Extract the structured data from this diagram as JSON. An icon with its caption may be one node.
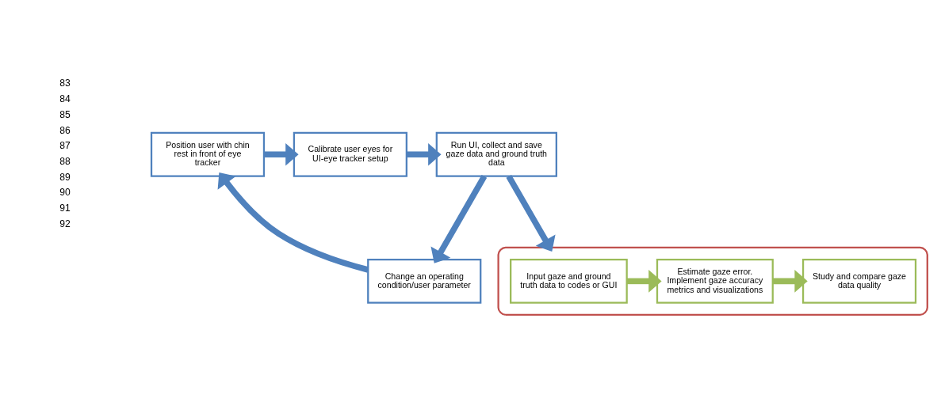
{
  "diagram": {
    "nodes": [
      {
        "text": [
          "Position user with chin rest in front of eye tracker"
        ]
      },
      {
        "text": [
          "Calibrate user eyes for UI-eye tracker setup"
        ]
      },
      {
        "text": [
          "Run UI, collect and save gaze data and ground truth data"
        ]
      },
      {
        "text": [
          "Change an operating condition/user parameter"
        ]
      },
      {
        "text": [],
        "shape": "box"
      },
      {
        "text": [
          "Study and compare gaze data quality"
        ],
        "in": 4
      },
      {
        "text": [
          "Estimate gaze error. Implement gaze accuracy metrics and visualizations"
        ],
        "in": 4
      },
      {
        "text": [
          "Input gaze and ground truth data to codes or GUI"
        ],
        "in": 4
      }
    ],
    "edges": [
      {
        "from": 0,
        "to": 1,
        "arrow": "to"
      },
      {
        "from": 1,
        "to": 2,
        "arrow": "to"
      },
      {
        "from": 2,
        "to": 3,
        "arrow": "to"
      },
      {
        "from": 3,
        "to": 0,
        "arrow": "to"
      },
      {
        "from": 2,
        "to": 4,
        "arrow": "to"
      },
      {
        "from": 7,
        "to": 6,
        "arrow": "to",
        "color": "#9bbb59"
      },
      {
        "from": 6,
        "to": 5,
        "arrow": "to",
        "color": "#9bbb59"
      }
    ],
    "labels": [
      "83",
      "84",
      "85",
      "86",
      "87",
      "88",
      "89",
      "90",
      "91",
      "92"
    ]
  }
}
